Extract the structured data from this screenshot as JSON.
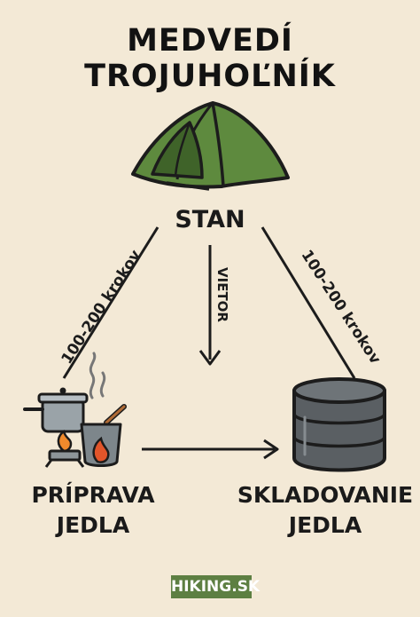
{
  "title": "MEDVEDÍ TROJUHOĽNÍK",
  "nodes": {
    "tent": "STAN",
    "food_prep": [
      "PRÍPRAVA",
      "JEDLA"
    ],
    "food_storage": [
      "SKLADOVANIE",
      "JEDLA"
    ]
  },
  "edges": {
    "tent_to_prep": "100-200 krokov",
    "tent_to_storage": "100-200 krokov",
    "wind": "VIETOR"
  },
  "source": "HIKING.SK",
  "colors": {
    "background": "#f3e9d6",
    "tent_green": "#5e8a3e",
    "tent_dark": "#3f6329",
    "barrel": "#5a5f63",
    "flame": "#f08a2c",
    "badge": "#5d7f42"
  }
}
